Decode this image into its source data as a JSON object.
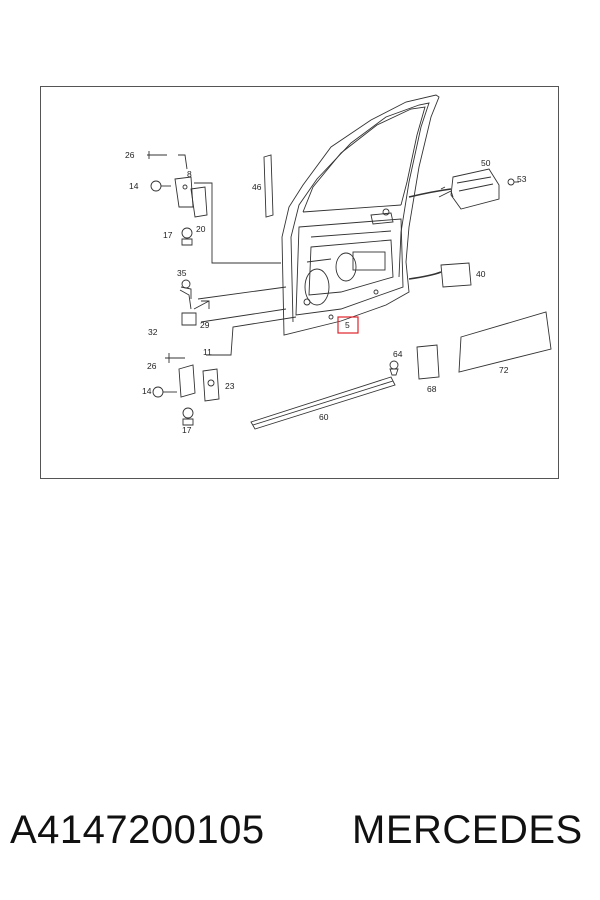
{
  "diagram": {
    "callouts": {
      "c26a": "26",
      "c14a": "14",
      "c8": "8",
      "c46": "46",
      "c17a": "17",
      "c20": "20",
      "c50": "50",
      "c53": "53",
      "c40": "40",
      "c35": "35",
      "c32": "32",
      "c29": "29",
      "c5": "5",
      "c64": "64",
      "c26b": "26",
      "c11": "11",
      "c72": "72",
      "c68": "68",
      "c14b": "14",
      "c23": "23",
      "c60": "60",
      "c17b": "17"
    },
    "highlight_color": "#e0232b"
  },
  "footer": {
    "part_number": "A4147200105",
    "brand": "MERCEDES"
  }
}
